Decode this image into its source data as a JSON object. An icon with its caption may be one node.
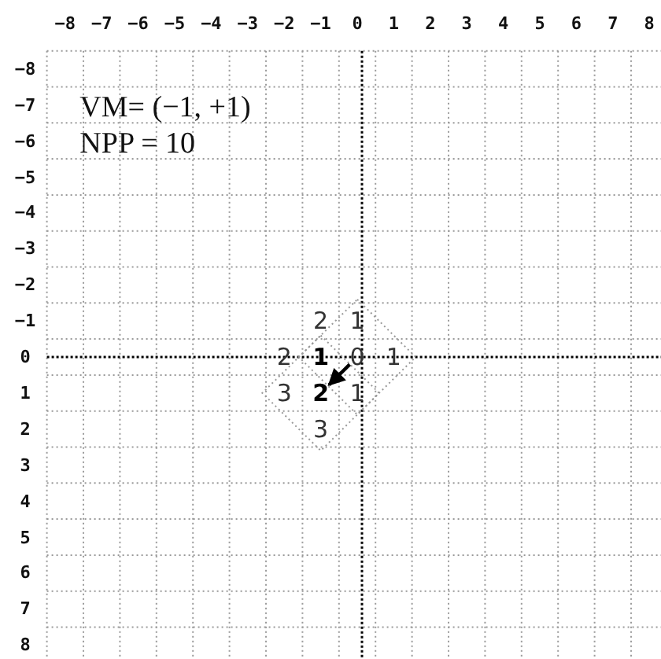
{
  "diagram": {
    "nodes": [
      {
        "text": [
          "0"
        ]
      },
      {
        "text": [
          "2"
        ]
      }
    ],
    "edges": [
      {
        "from": 0,
        "to": 1,
        "arrow": "to"
      }
    ],
    "labels": [
      "−8",
      "−7",
      "−6",
      "−5",
      "−4",
      "−3",
      "−2",
      "−1",
      "0",
      "1",
      "2",
      "3",
      "4",
      "5",
      "6",
      "7",
      "8",
      "−8",
      "−7",
      "−6",
      "−5",
      "−4",
      "−3",
      "−2",
      "−1",
      "0",
      "1",
      "2",
      "3",
      "4",
      "5",
      "6",
      "7",
      "8",
      "VM= (−1, +1)",
      "NPP = 10",
      "2",
      "1",
      "2",
      "1",
      "1",
      "3",
      "1",
      "3"
    ]
  }
}
